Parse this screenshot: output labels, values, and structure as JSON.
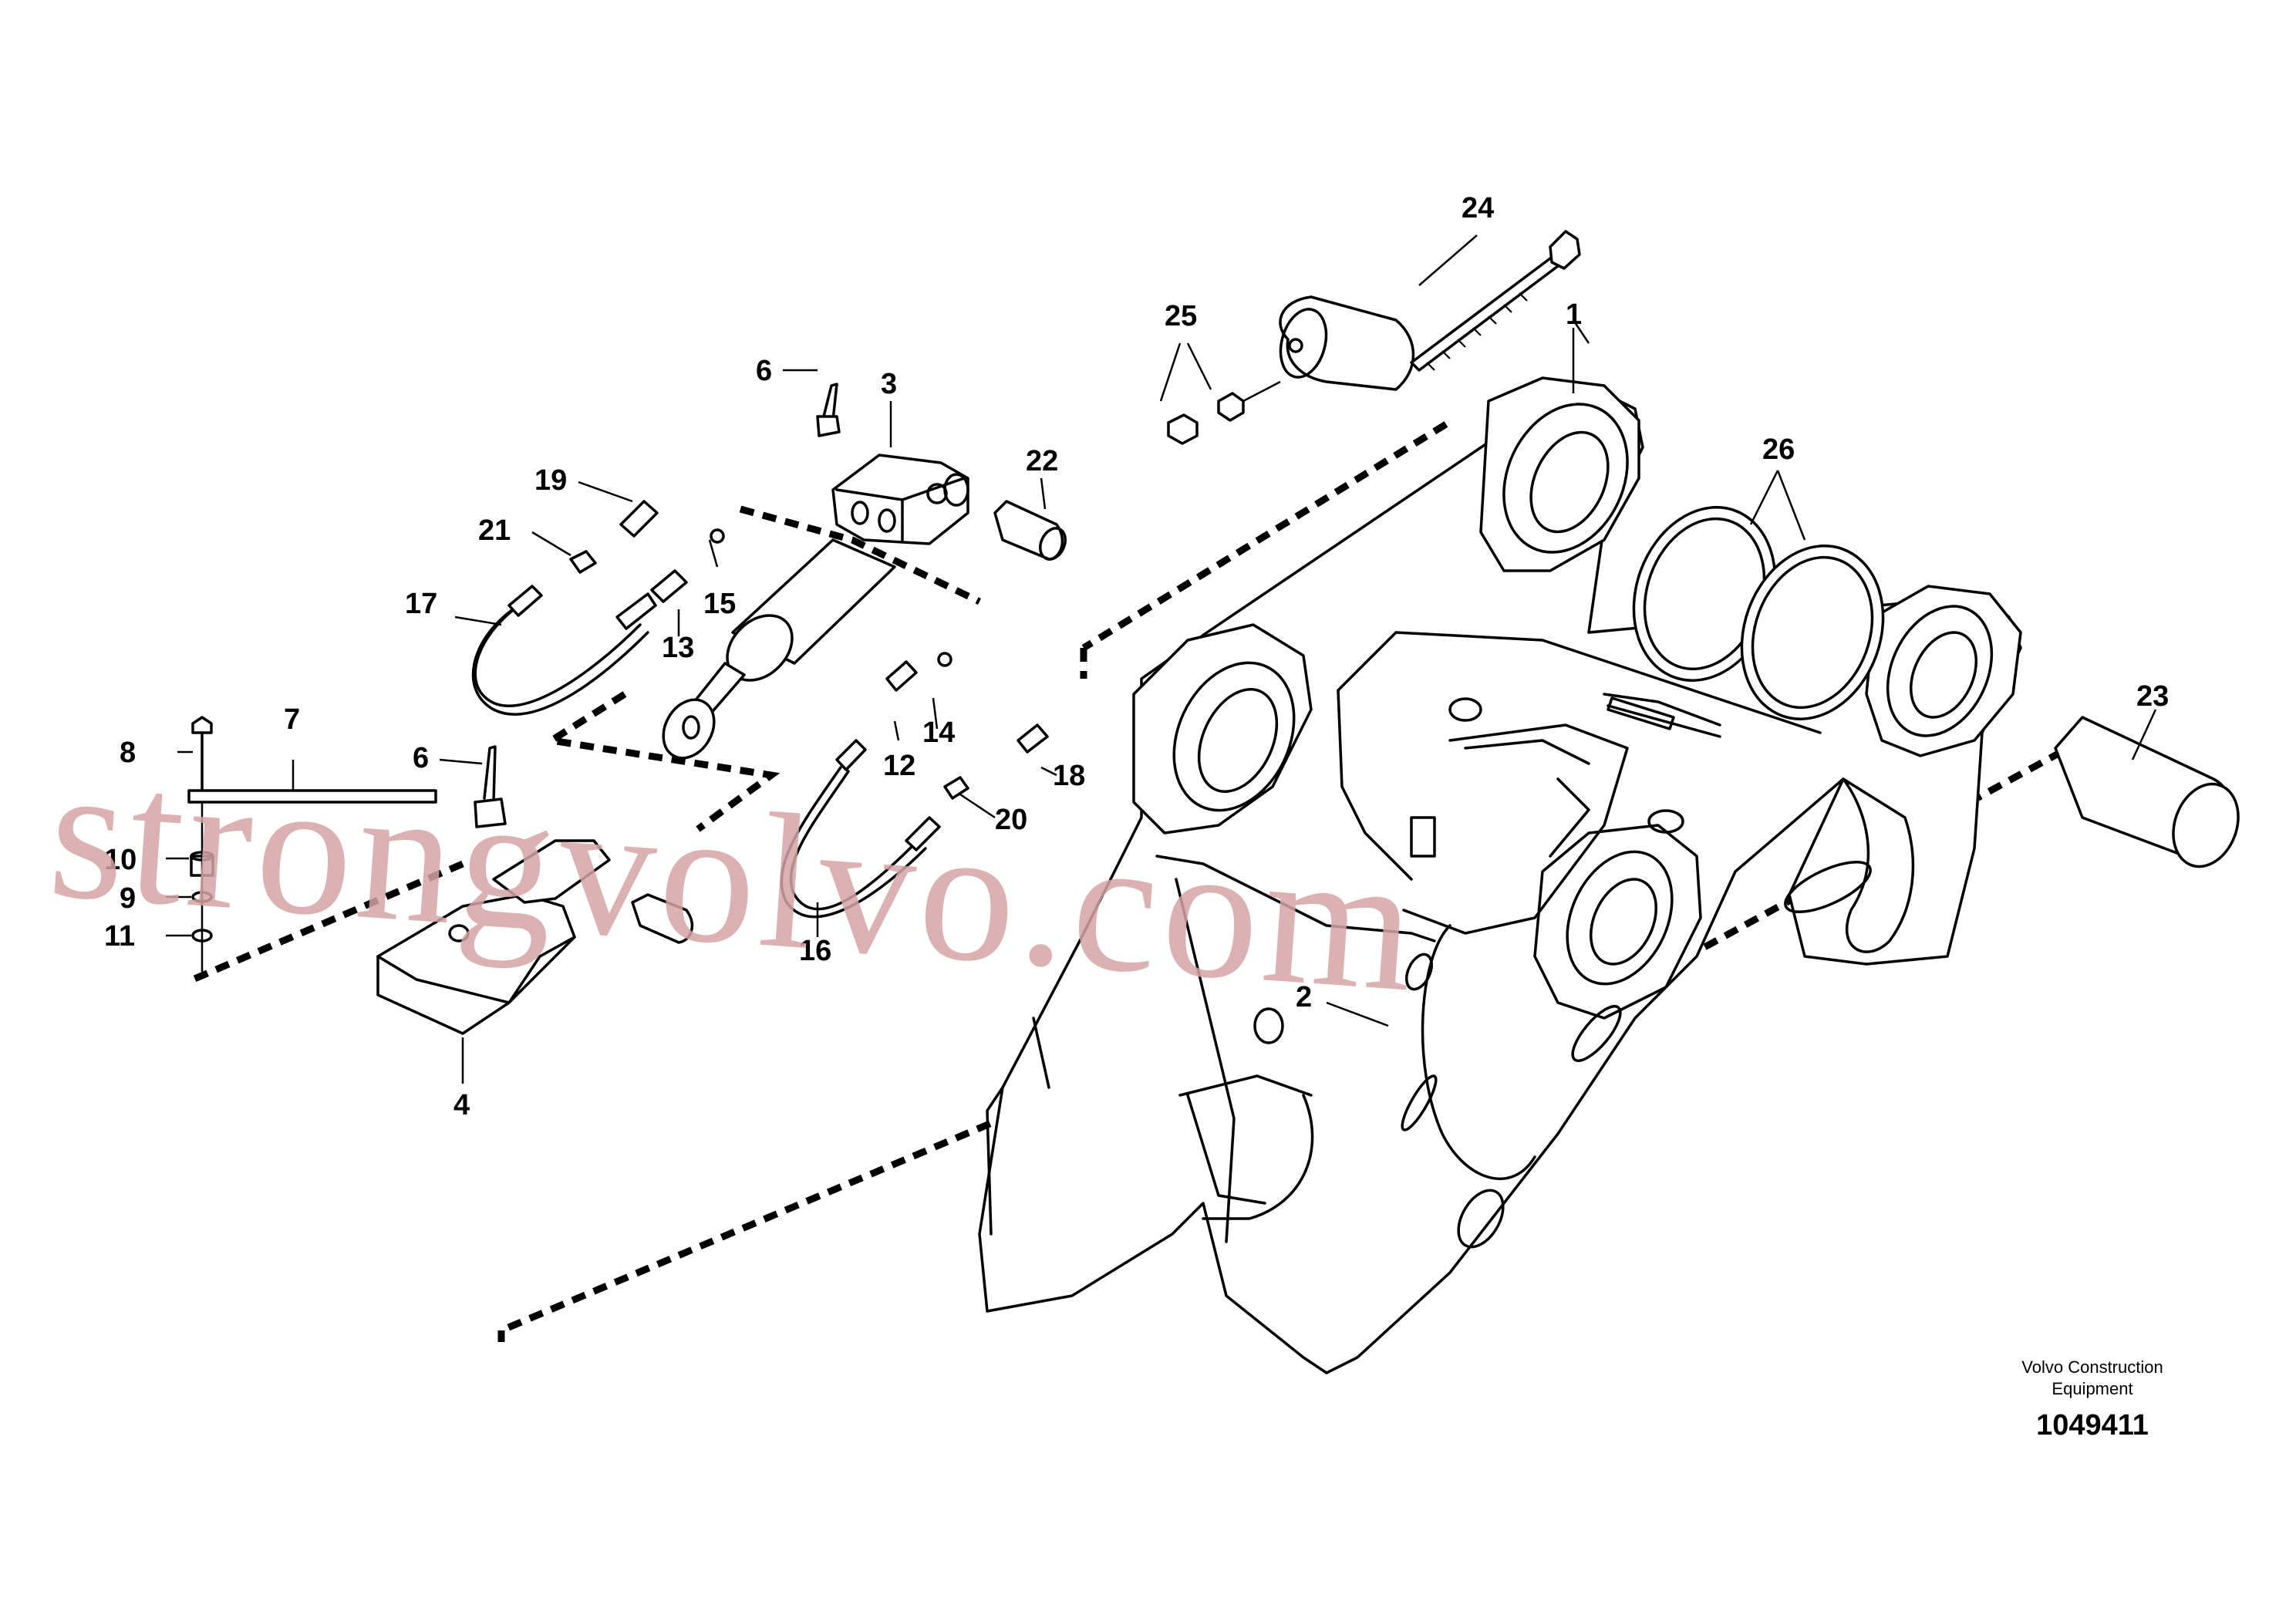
{
  "watermark": "strongvolvo.com",
  "footer": {
    "company_line1": "Volvo Construction",
    "company_line2": "Equipment",
    "drawing_number": "1049411"
  },
  "callouts": {
    "c1": "1",
    "c2": "2",
    "c3": "3",
    "c4": "4",
    "c6a": "6",
    "c6b": "6",
    "c7": "7",
    "c8": "8",
    "c9": "9",
    "c10": "10",
    "c11": "11",
    "c12": "12",
    "c13": "13",
    "c14": "14",
    "c15": "15",
    "c16": "16",
    "c17": "17",
    "c18": "18",
    "c19": "19",
    "c20": "20",
    "c21": "21",
    "c22": "22",
    "c23": "23",
    "c24": "24",
    "c25": "25",
    "c26": "26"
  }
}
